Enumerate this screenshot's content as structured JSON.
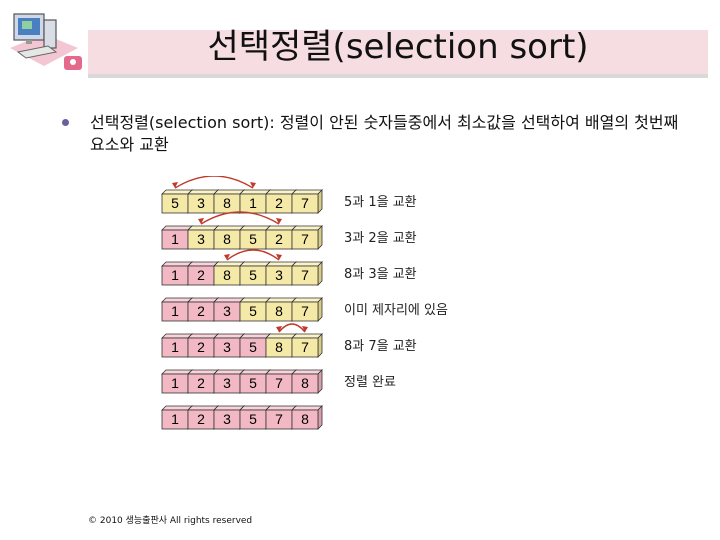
{
  "slide": {
    "title": "선택정렬(selection sort)",
    "bullet": "선택정렬(selection sort): 정렬이 안된 숫자들중에서 최소값을 선택하여 배열의 첫번째 요소와 교환",
    "footer": "© 2010 생능출판사 All rights reserved"
  },
  "diagram": {
    "rows": [
      {
        "values": [
          "5",
          "3",
          "8",
          "1",
          "2",
          "7"
        ],
        "sorted_count": 0,
        "swap": [
          0,
          3
        ],
        "note": "5과 1을 교환"
      },
      {
        "values": [
          "1",
          "3",
          "8",
          "5",
          "2",
          "7"
        ],
        "sorted_count": 1,
        "swap": [
          1,
          4
        ],
        "note": "3과 2을 교환"
      },
      {
        "values": [
          "1",
          "2",
          "8",
          "5",
          "3",
          "7"
        ],
        "sorted_count": 2,
        "swap": [
          2,
          4
        ],
        "note": "8과 3을 교환"
      },
      {
        "values": [
          "1",
          "2",
          "3",
          "5",
          "8",
          "7"
        ],
        "sorted_count": 3,
        "swap": null,
        "note": "이미 제자리에 있음"
      },
      {
        "values": [
          "1",
          "2",
          "3",
          "5",
          "8",
          "7"
        ],
        "sorted_count": 4,
        "swap": [
          4,
          5
        ],
        "note": "8과 7을 교환"
      },
      {
        "values": [
          "1",
          "2",
          "3",
          "5",
          "7",
          "8"
        ],
        "sorted_count": 6,
        "swap": null,
        "note": "정렬 완료"
      },
      {
        "values": [
          "1",
          "2",
          "3",
          "5",
          "7",
          "8"
        ],
        "sorted_count": 6,
        "swap": null,
        "note": ""
      }
    ],
    "colors": {
      "box_default": "#f5e9a8",
      "box_default_top": "#fbf3c8",
      "box_highlight": "#f2b9c4",
      "arrow": "#c0392b",
      "logo_pink": "#e46a8c",
      "logo_blue": "#4a7fc1"
    }
  }
}
